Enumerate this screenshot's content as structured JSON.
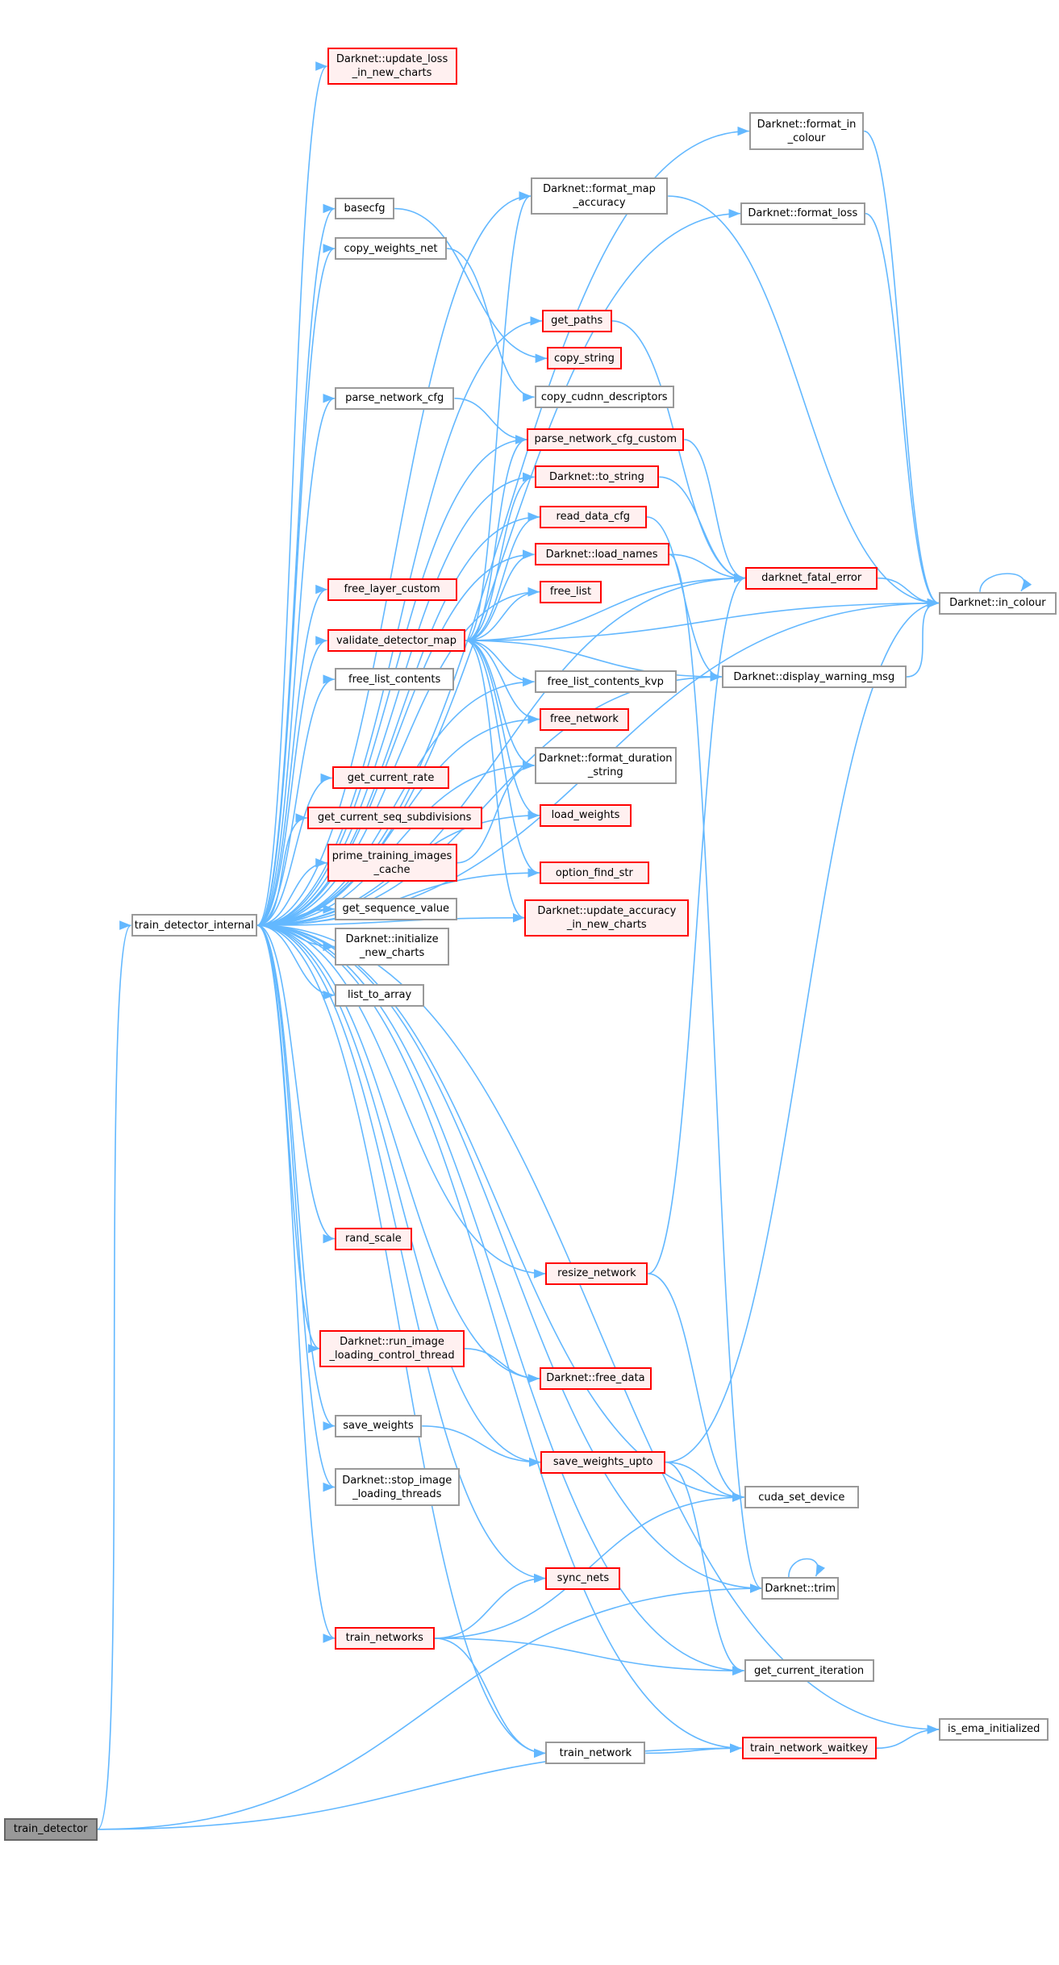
{
  "title": "train_detector call graph",
  "colors": {
    "edge": "#63b8ff",
    "red_border": "#ff0000",
    "red_fill": "#fff0f0",
    "root_fill": "#999999",
    "node_border": "#999999"
  },
  "nodes": [
    {
      "id": "train_detector",
      "label": "train_detector",
      "kind": "gray"
    },
    {
      "id": "tdi",
      "label": "train_detector_internal",
      "kind": "normal"
    },
    {
      "id": "update_loss",
      "label": "Darknet::update_loss\n_in_new_charts",
      "kind": "red"
    },
    {
      "id": "basecfg",
      "label": "basecfg",
      "kind": "normal"
    },
    {
      "id": "copy_weights_net",
      "label": "copy_weights_net",
      "kind": "normal"
    },
    {
      "id": "parse_network_cfg",
      "label": "parse_network_cfg",
      "kind": "normal"
    },
    {
      "id": "free_layer_custom",
      "label": "free_layer_custom",
      "kind": "red"
    },
    {
      "id": "validate_detector_map",
      "label": "validate_detector_map",
      "kind": "red"
    },
    {
      "id": "free_list_contents",
      "label": "free_list_contents",
      "kind": "normal"
    },
    {
      "id": "get_current_rate",
      "label": "get_current_rate",
      "kind": "red"
    },
    {
      "id": "get_current_seq_subdivisions",
      "label": "get_current_seq_subdivisions",
      "kind": "red"
    },
    {
      "id": "prime",
      "label": "prime_training_images\n_cache",
      "kind": "red"
    },
    {
      "id": "get_sequence_value",
      "label": "get_sequence_value",
      "kind": "normal"
    },
    {
      "id": "initialize_new_charts",
      "label": "Darknet::initialize\n_new_charts",
      "kind": "normal"
    },
    {
      "id": "list_to_array",
      "label": "list_to_array",
      "kind": "normal"
    },
    {
      "id": "rand_scale",
      "label": "rand_scale",
      "kind": "red"
    },
    {
      "id": "run_image",
      "label": "Darknet::run_image\n_loading_control_thread",
      "kind": "red"
    },
    {
      "id": "save_weights",
      "label": "save_weights",
      "kind": "normal"
    },
    {
      "id": "stop_image",
      "label": "Darknet::stop_image\n_loading_threads",
      "kind": "normal"
    },
    {
      "id": "train_networks",
      "label": "train_networks",
      "kind": "red"
    },
    {
      "id": "format_map_accuracy",
      "label": "Darknet::format_map\n_accuracy",
      "kind": "normal"
    },
    {
      "id": "get_paths",
      "label": "get_paths",
      "kind": "red"
    },
    {
      "id": "copy_string",
      "label": "copy_string",
      "kind": "red"
    },
    {
      "id": "copy_cudnn",
      "label": "copy_cudnn_descriptors",
      "kind": "normal"
    },
    {
      "id": "pncc",
      "label": "parse_network_cfg_custom",
      "kind": "red"
    },
    {
      "id": "to_string",
      "label": "Darknet::to_string",
      "kind": "red"
    },
    {
      "id": "read_data_cfg",
      "label": "read_data_cfg",
      "kind": "red"
    },
    {
      "id": "load_names",
      "label": "Darknet::load_names",
      "kind": "red"
    },
    {
      "id": "free_list",
      "label": "free_list",
      "kind": "red"
    },
    {
      "id": "flck",
      "label": "free_list_contents_kvp",
      "kind": "normal"
    },
    {
      "id": "free_network",
      "label": "free_network",
      "kind": "red"
    },
    {
      "id": "fds",
      "label": "Darknet::format_duration\n_string",
      "kind": "normal"
    },
    {
      "id": "load_weights",
      "label": "load_weights",
      "kind": "red"
    },
    {
      "id": "option_find_str",
      "label": "option_find_str",
      "kind": "red"
    },
    {
      "id": "update_acc",
      "label": "Darknet::update_accuracy\n_in_new_charts",
      "kind": "red"
    },
    {
      "id": "resize_network",
      "label": "resize_network",
      "kind": "red"
    },
    {
      "id": "free_data",
      "label": "Darknet::free_data",
      "kind": "red"
    },
    {
      "id": "swu",
      "label": "save_weights_upto",
      "kind": "red"
    },
    {
      "id": "sync_nets",
      "label": "sync_nets",
      "kind": "red"
    },
    {
      "id": "train_network",
      "label": "train_network",
      "kind": "normal"
    },
    {
      "id": "format_in_colour",
      "label": "Darknet::format_in\n_colour",
      "kind": "normal"
    },
    {
      "id": "format_loss",
      "label": "Darknet::format_loss",
      "kind": "normal"
    },
    {
      "id": "dfe",
      "label": "darknet_fatal_error",
      "kind": "red"
    },
    {
      "id": "dwm",
      "label": "Darknet::display_warning_msg",
      "kind": "normal"
    },
    {
      "id": "cuda",
      "label": "cuda_set_device",
      "kind": "normal"
    },
    {
      "id": "trim",
      "label": "Darknet::trim",
      "kind": "normal"
    },
    {
      "id": "gci",
      "label": "get_current_iteration",
      "kind": "normal"
    },
    {
      "id": "tnw",
      "label": "train_network_waitkey",
      "kind": "red"
    },
    {
      "id": "in_colour",
      "label": "Darknet::in_colour",
      "kind": "normal"
    },
    {
      "id": "ema",
      "label": "is_ema_initialized",
      "kind": "normal"
    }
  ],
  "edges": [
    [
      "train_detector",
      "tdi"
    ],
    [
      "train_detector",
      "trim"
    ],
    [
      "train_detector",
      "tnw"
    ],
    [
      "tdi",
      "update_loss"
    ],
    [
      "tdi",
      "format_map_accuracy"
    ],
    [
      "tdi",
      "format_in_colour"
    ],
    [
      "tdi",
      "format_loss"
    ],
    [
      "tdi",
      "get_paths"
    ],
    [
      "tdi",
      "dfe"
    ],
    [
      "tdi",
      "basecfg"
    ],
    [
      "tdi",
      "copy_weights_net"
    ],
    [
      "tdi",
      "parse_network_cfg"
    ],
    [
      "tdi",
      "pncc"
    ],
    [
      "tdi",
      "to_string"
    ],
    [
      "tdi",
      "read_data_cfg"
    ],
    [
      "tdi",
      "load_names"
    ],
    [
      "tdi",
      "free_list"
    ],
    [
      "tdi",
      "free_layer_custom"
    ],
    [
      "tdi",
      "validate_detector_map"
    ],
    [
      "tdi",
      "free_list_contents"
    ],
    [
      "tdi",
      "flck"
    ],
    [
      "tdi",
      "free_network"
    ],
    [
      "tdi",
      "fds"
    ],
    [
      "tdi",
      "get_current_rate"
    ],
    [
      "tdi",
      "get_current_seq_subdivisions"
    ],
    [
      "tdi",
      "prime"
    ],
    [
      "tdi",
      "get_sequence_value"
    ],
    [
      "tdi",
      "initialize_new_charts"
    ],
    [
      "tdi",
      "list_to_array"
    ],
    [
      "tdi",
      "load_weights"
    ],
    [
      "tdi",
      "option_find_str"
    ],
    [
      "tdi",
      "update_acc"
    ],
    [
      "tdi",
      "dwm"
    ],
    [
      "tdi",
      "resize_network"
    ],
    [
      "tdi",
      "rand_scale"
    ],
    [
      "tdi",
      "free_data"
    ],
    [
      "tdi",
      "run_image"
    ],
    [
      "tdi",
      "in_colour"
    ],
    [
      "tdi",
      "save_weights"
    ],
    [
      "tdi",
      "swu"
    ],
    [
      "tdi",
      "stop_image"
    ],
    [
      "tdi",
      "cuda"
    ],
    [
      "tdi",
      "sync_nets"
    ],
    [
      "tdi",
      "trim"
    ],
    [
      "tdi",
      "train_networks"
    ],
    [
      "tdi",
      "gci"
    ],
    [
      "tdi",
      "ema"
    ],
    [
      "tdi",
      "train_network"
    ],
    [
      "tdi",
      "tnw"
    ],
    [
      "validate_detector_map",
      "format_map_accuracy"
    ],
    [
      "validate_detector_map",
      "pncc"
    ],
    [
      "validate_detector_map",
      "to_string"
    ],
    [
      "validate_detector_map",
      "read_data_cfg"
    ],
    [
      "validate_detector_map",
      "load_names"
    ],
    [
      "validate_detector_map",
      "free_list"
    ],
    [
      "validate_detector_map",
      "dfe"
    ],
    [
      "validate_detector_map",
      "in_colour"
    ],
    [
      "validate_detector_map",
      "dwm"
    ],
    [
      "validate_detector_map",
      "flck"
    ],
    [
      "validate_detector_map",
      "free_network"
    ],
    [
      "validate_detector_map",
      "fds"
    ],
    [
      "validate_detector_map",
      "load_weights"
    ],
    [
      "validate_detector_map",
      "option_find_str"
    ],
    [
      "validate_detector_map",
      "update_acc"
    ],
    [
      "basecfg",
      "copy_string"
    ],
    [
      "copy_weights_net",
      "copy_cudnn"
    ],
    [
      "parse_network_cfg",
      "pncc"
    ],
    [
      "prime",
      "fds"
    ],
    [
      "run_image",
      "free_data"
    ],
    [
      "save_weights",
      "swu"
    ],
    [
      "swu",
      "in_colour"
    ],
    [
      "swu",
      "cuda"
    ],
    [
      "swu",
      "gci"
    ],
    [
      "train_networks",
      "sync_nets"
    ],
    [
      "train_networks",
      "cuda"
    ],
    [
      "train_networks",
      "gci"
    ],
    [
      "train_networks",
      "train_network"
    ],
    [
      "train_network",
      "tnw"
    ],
    [
      "tnw",
      "ema"
    ],
    [
      "resize_network",
      "dfe"
    ],
    [
      "resize_network",
      "cuda"
    ],
    [
      "get_paths",
      "dfe"
    ],
    [
      "pncc",
      "dfe"
    ],
    [
      "to_string",
      "dfe"
    ],
    [
      "load_names",
      "dfe"
    ],
    [
      "load_names",
      "trim"
    ],
    [
      "read_data_cfg",
      "dwm"
    ],
    [
      "format_in_colour",
      "in_colour"
    ],
    [
      "format_loss",
      "in_colour"
    ],
    [
      "format_map_accuracy",
      "in_colour"
    ],
    [
      "dfe",
      "in_colour"
    ],
    [
      "dwm",
      "in_colour"
    ],
    [
      "in_colour",
      "in_colour"
    ],
    [
      "trim",
      "trim"
    ]
  ]
}
